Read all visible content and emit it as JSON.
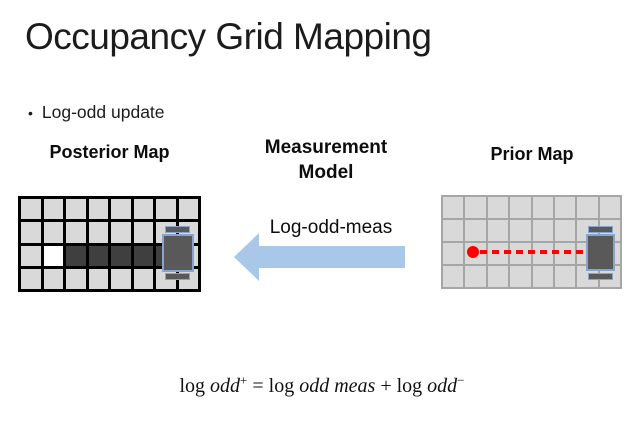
{
  "slide": {
    "title": "Occupancy Grid Mapping",
    "bullet_marker": "•",
    "bullet_text": "Log-odd update"
  },
  "labels": {
    "posterior": "Posterior Map",
    "measurement": "Measurement Model",
    "prior": "Prior Map",
    "arrow": "Log-odd-meas"
  },
  "colors": {
    "cell_light": "#d9d9d9",
    "cell_dark": "#3f3f3f",
    "cell_free": "#ffffff",
    "posterior_grid_line": "#000000",
    "prior_grid_line": "#a6a6a6",
    "robot_body": "#595959",
    "robot_outline": "#87a4cc",
    "arrow_fill": "#a9c7e8",
    "beam_red": "#ff0000"
  },
  "grids": {
    "posterior": {
      "cols": 8,
      "rows": 4,
      "cell_color": "#d9d9d9",
      "line_color": "#000000",
      "special_cells": [
        {
          "row": 2,
          "col": 1,
          "color": "#ffffff"
        },
        {
          "row": 2,
          "col": 2,
          "color": "#3f3f3f"
        },
        {
          "row": 2,
          "col": 3,
          "color": "#3f3f3f"
        },
        {
          "row": 2,
          "col": 4,
          "color": "#3f3f3f"
        },
        {
          "row": 2,
          "col": 5,
          "color": "#3f3f3f"
        },
        {
          "row": 2,
          "col": 6,
          "color": "#3f3f3f"
        }
      ]
    },
    "prior": {
      "cols": 8,
      "rows": 4,
      "cell_color": "#d9d9d9",
      "line_color": "#a6a6a6",
      "special_cells": []
    }
  },
  "formula": {
    "segments": [
      {
        "t": "log "
      },
      {
        "t": "odd",
        "italic": true
      },
      {
        "t": "+",
        "sup": true
      },
      {
        "t": " = log "
      },
      {
        "t": "odd meas",
        "italic": true
      },
      {
        "t": " + log "
      },
      {
        "t": "odd",
        "italic": true
      },
      {
        "t": "−",
        "sup": true
      }
    ]
  }
}
